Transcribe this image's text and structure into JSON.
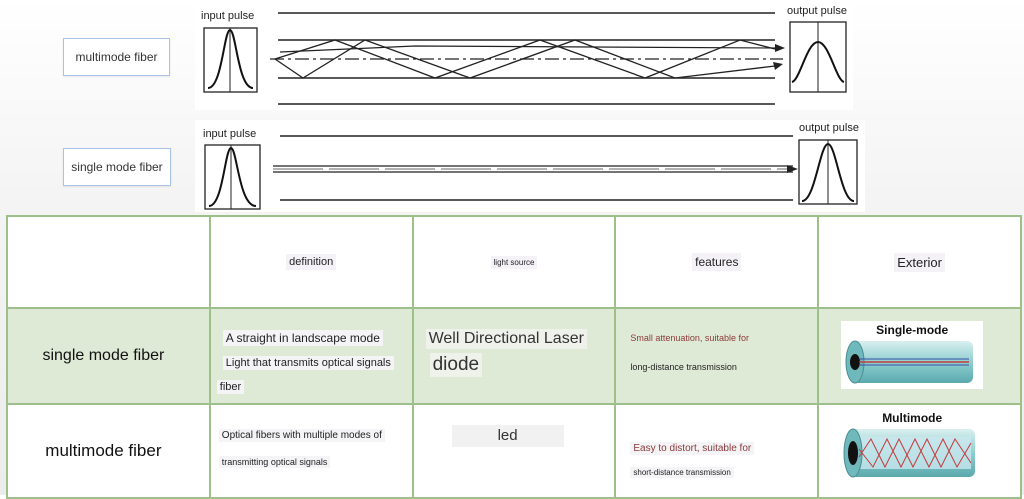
{
  "labels": {
    "multimode": "multimode fiber",
    "single_mode": "single mode fiber"
  },
  "diagrams": {
    "multimode": {
      "input": "input pulse",
      "output": "output pulse"
    },
    "single_mode": {
      "input": "input pulse",
      "output": "output pulse"
    }
  },
  "table": {
    "headers": [
      "",
      "definition",
      "light source",
      "features",
      "Exterior"
    ],
    "rows": [
      {
        "name": "single mode fiber",
        "definition": [
          "A straight in landscape mode",
          "Light that transmits optical signals",
          "fiber"
        ],
        "light_source": [
          "Well Directional Laser",
          "diode"
        ],
        "features": [
          "Small attenuation, suitable for",
          "long-distance transmission"
        ],
        "exterior_label": "Single-mode"
      },
      {
        "name": "multimode fiber",
        "definition": [
          "Optical fibers with multiple modes of",
          "transmitting optical signals"
        ],
        "light_source": [
          "led"
        ],
        "features": [
          "Easy to distort, suitable for",
          "short-distance transmission"
        ],
        "exterior_label": "Multimode"
      }
    ]
  },
  "colors": {
    "table_border": "#9dc08b",
    "highlight_row": "#dfead6",
    "feature_text": "#8b3a3a",
    "label_border": "#a9c3e6"
  }
}
